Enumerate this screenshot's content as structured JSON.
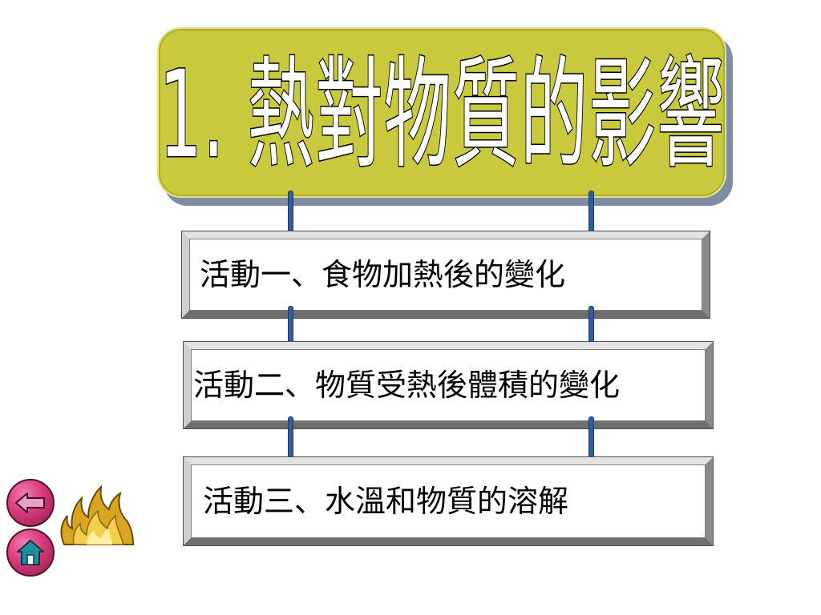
{
  "slide": {
    "title": "1. 熱對物質的影響",
    "activities": [
      {
        "label": "活動一、食物加熱後的變化"
      },
      {
        "label": "活動二、物質受熱後體積的變化"
      },
      {
        "label": "活動三、水溫和物質的溶解"
      }
    ]
  },
  "navigation": {
    "back_icon": "back-arrow-icon",
    "home_icon": "home-icon",
    "decoration_icon": "flame-icon"
  },
  "colors": {
    "title_fill": "#c9c93d",
    "title_shadow": "#7f8da3",
    "connector": "#2f5f9e",
    "nav_button": "#d63a7b",
    "flame": "#e0b020"
  }
}
